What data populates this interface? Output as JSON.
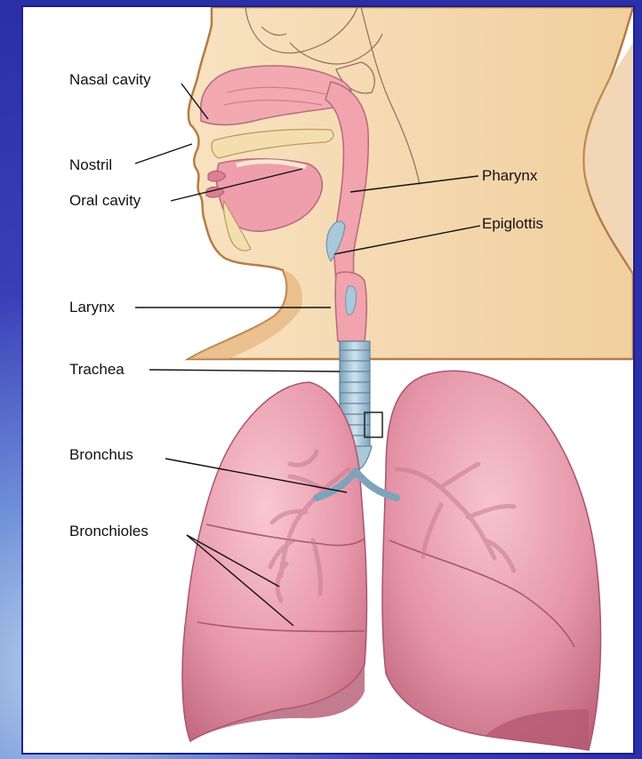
{
  "diagram": {
    "labels": {
      "nasal_cavity": "Nasal cavity",
      "nostril": "Nostril",
      "oral_cavity": "Oral cavity",
      "pharynx": "Pharynx",
      "epiglottis": "Epiglottis",
      "larynx": "Larynx",
      "trachea": "Trachea",
      "bronchus": "Bronchus",
      "bronchioles": "Bronchioles"
    },
    "colors": {
      "frame": "#2b2fa8",
      "skin": "#f6dcb4",
      "skin_edge": "#b07a45",
      "lung": "#eaa0b0",
      "lung_dark": "#b85c74",
      "cartilage": "#9cc0d4",
      "tissue": "#f0a8b0",
      "bone": "#f3dfae"
    }
  }
}
